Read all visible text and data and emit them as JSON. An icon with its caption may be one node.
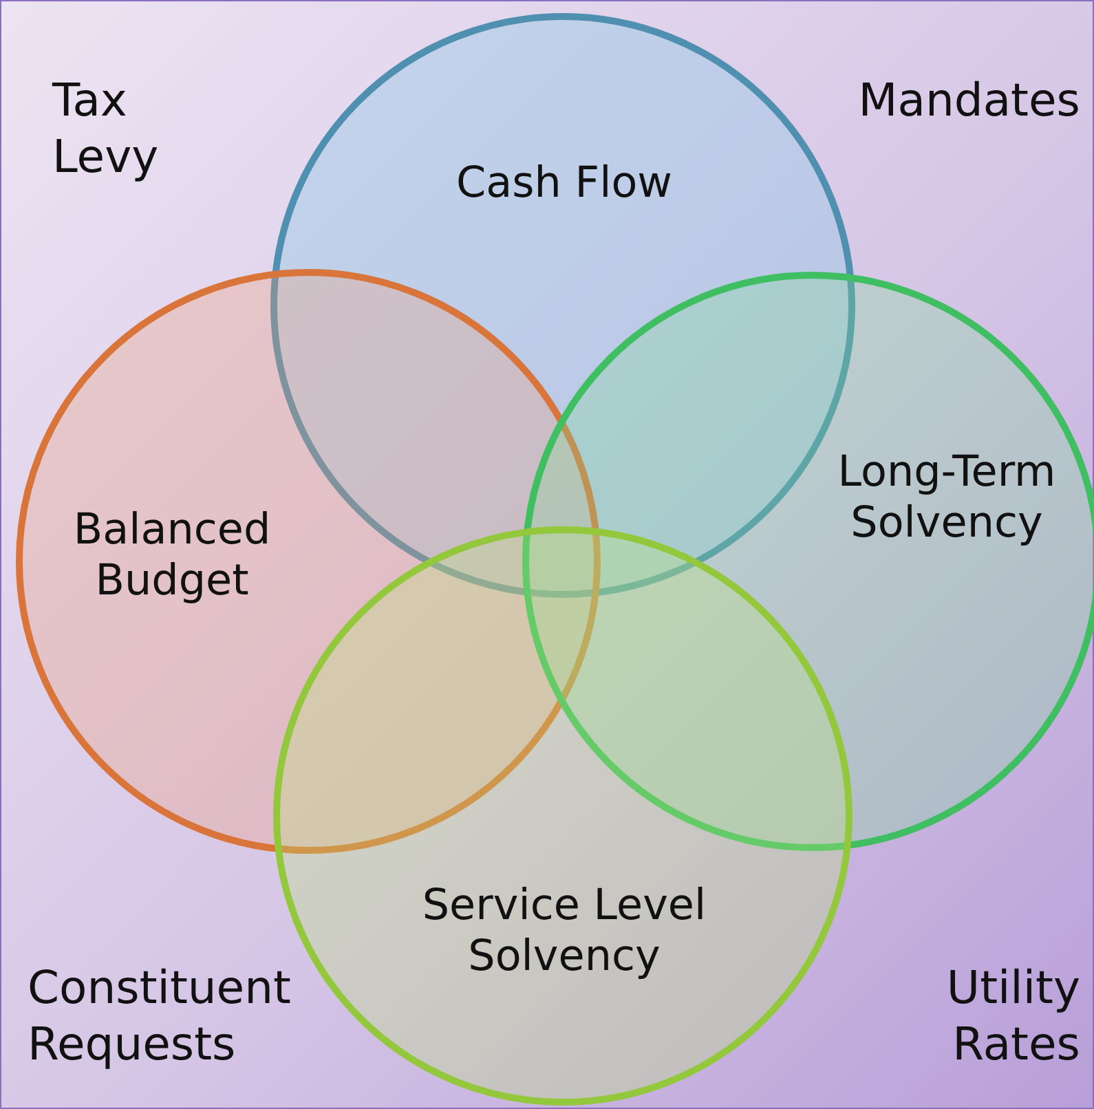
{
  "diagram": {
    "nodes": [
      {
        "text": [
          "Cash Flow"
        ]
      },
      {
        "text": [
          "Balanced Budget"
        ]
      },
      {
        "text": [
          "Long-Term Solvency"
        ]
      },
      {
        "text": [
          "Service Level Solvency"
        ]
      }
    ],
    "labels": [
      "Tax Levy",
      "Mandates",
      "Constituent Requests",
      "Utility Rates"
    ]
  }
}
